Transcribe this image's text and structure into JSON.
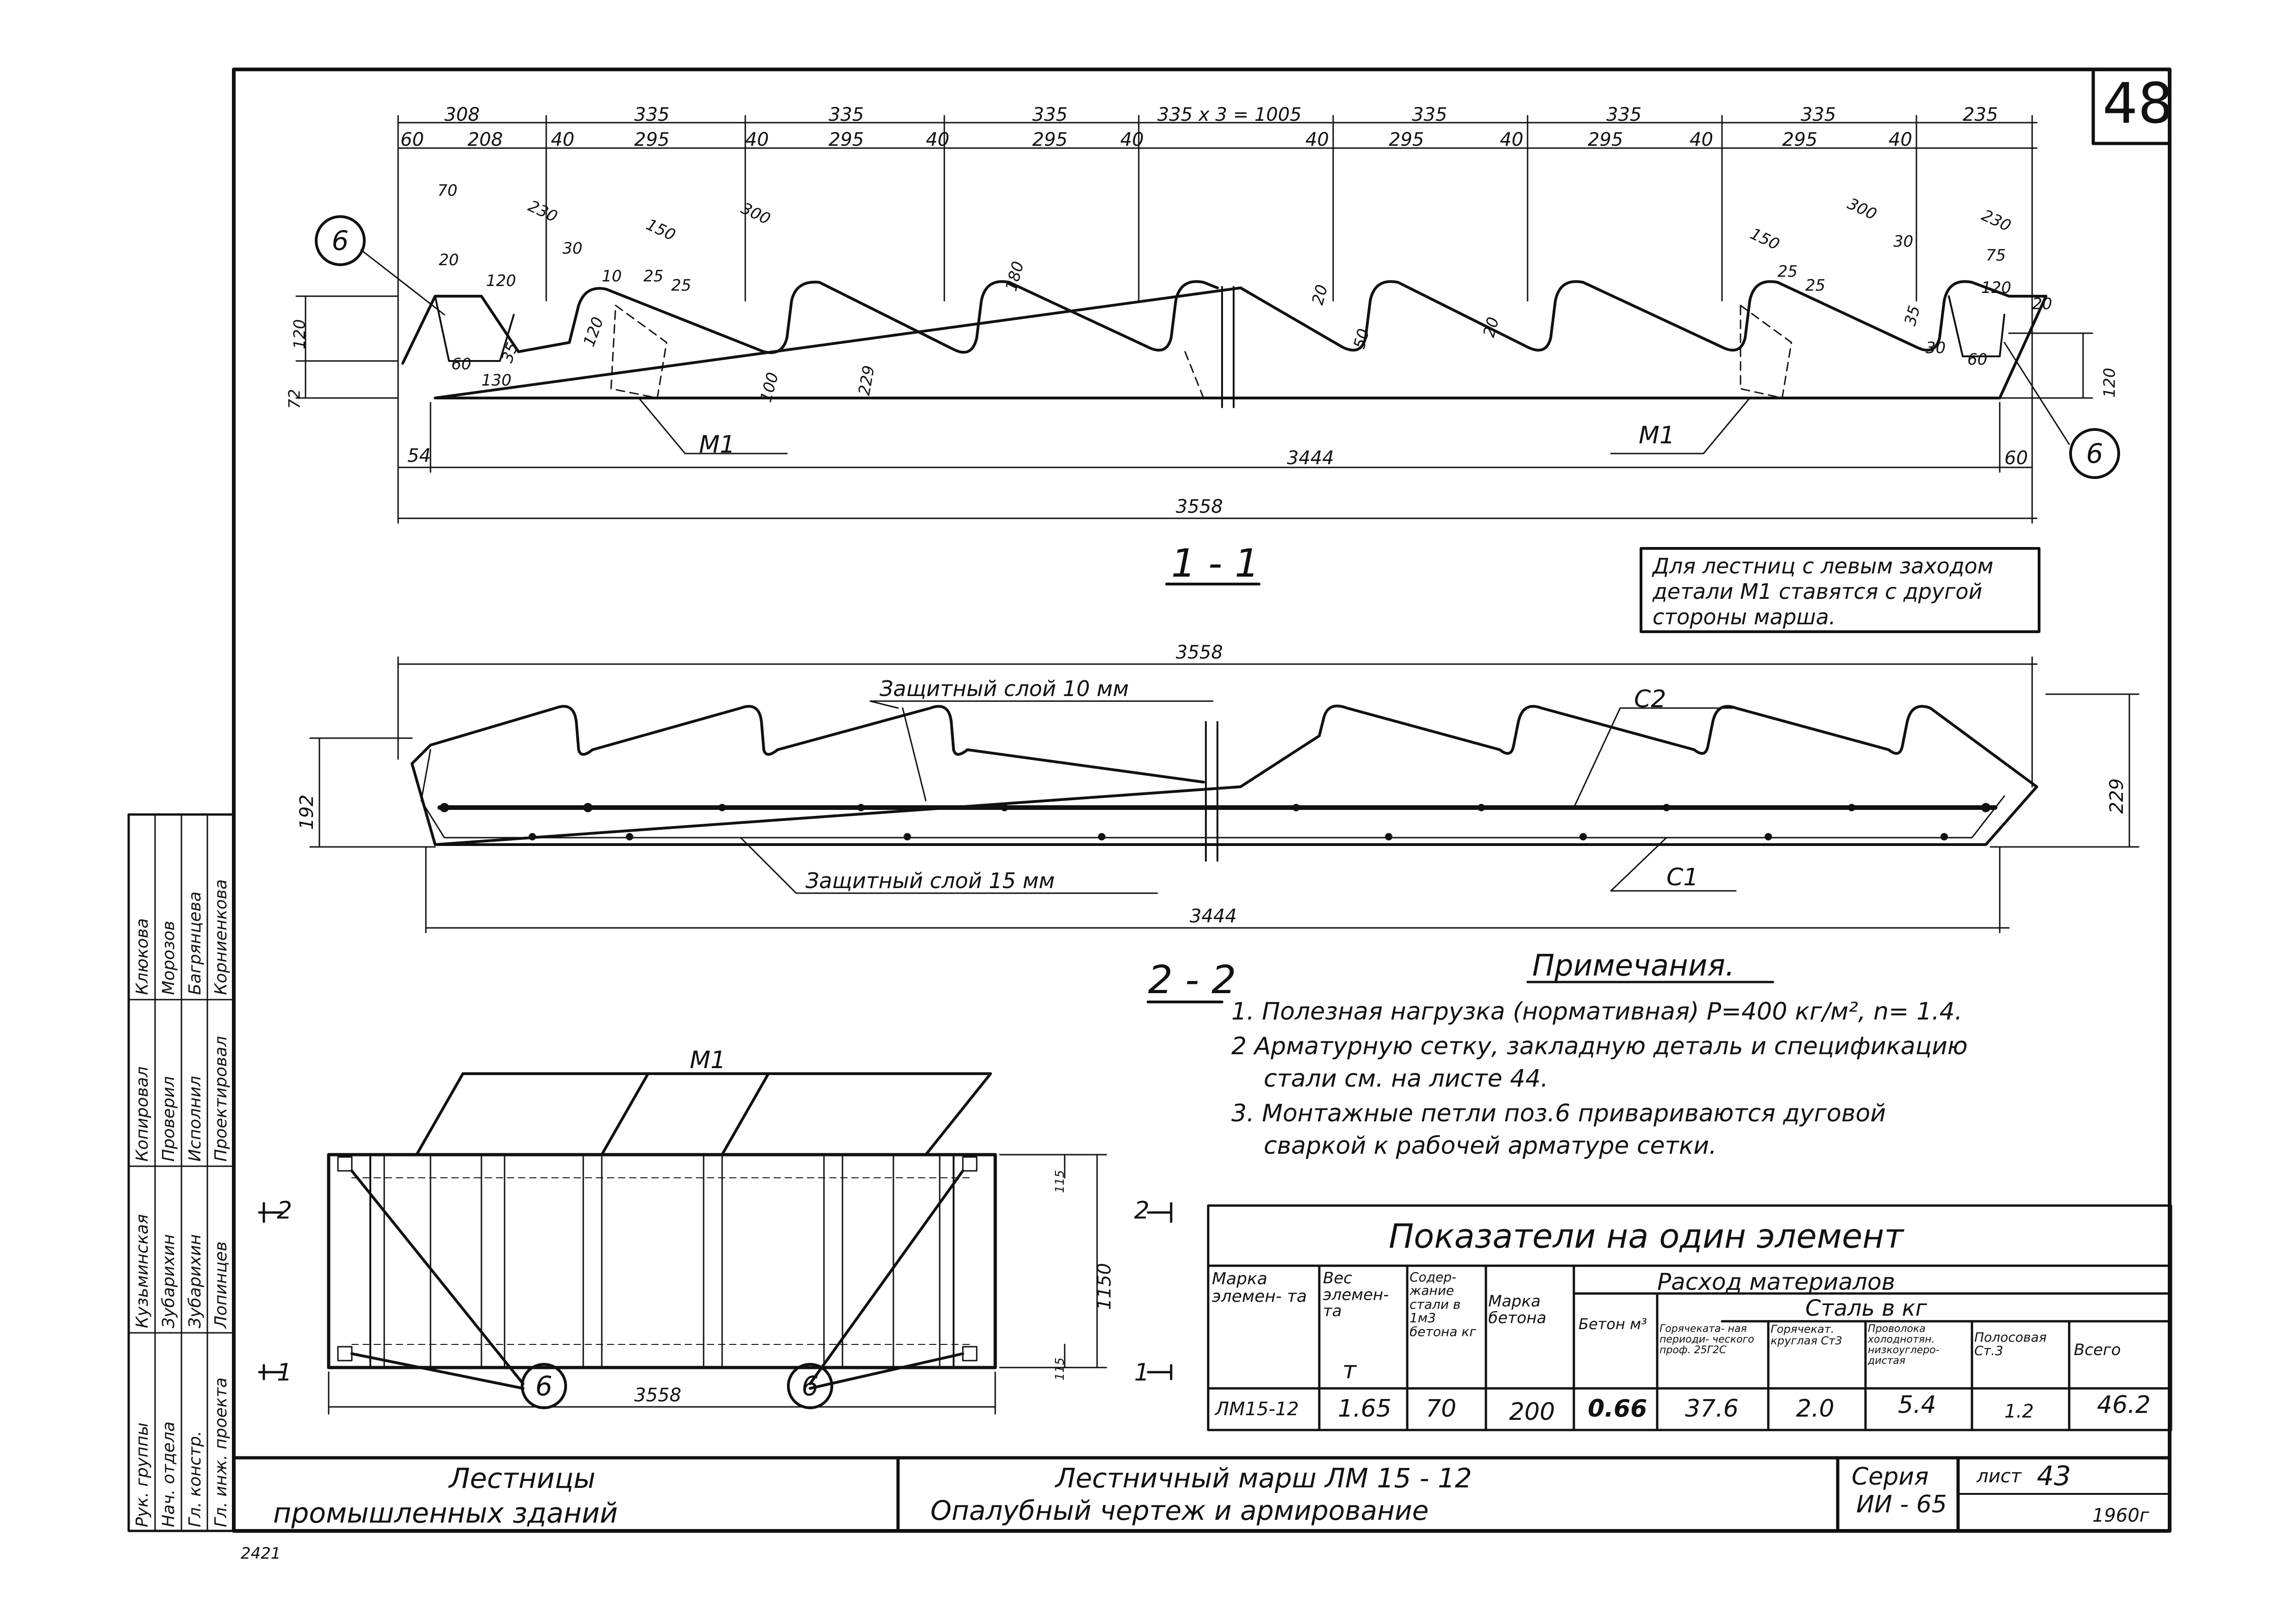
{
  "sheet_number": "48",
  "section_1": {
    "title": "1 - 1",
    "top_dims_row1": [
      "308",
      "335",
      "335",
      "335",
      "335 x 3 = 1005",
      "335",
      "335",
      "335",
      "235"
    ],
    "top_dims_row2": [
      "60",
      "208",
      "40",
      "295",
      "40",
      "295",
      "40",
      "295",
      "40",
      "40",
      "295",
      "40",
      "295",
      "40",
      "295",
      "40"
    ],
    "detail_dims": [
      "70",
      "230",
      "150",
      "300",
      "20",
      "120",
      "30",
      "10",
      "25",
      "25",
      "120",
      "60",
      "35",
      "130",
      "120",
      "72",
      "100",
      "229",
      "180",
      "20",
      "50",
      "20",
      "150",
      "300",
      "30",
      "25",
      "25",
      "230",
      "75",
      "120",
      "20",
      "35",
      "30",
      "60",
      "120"
    ],
    "mark_m1": "М1",
    "bottom_left": "54",
    "bottom_middle": "3444",
    "bottom_right": "60",
    "total_length": "3558",
    "callout": "6"
  },
  "left_entry_note": [
    "Для лестниц с левым заходом",
    "детали М1 ставятся с другой",
    "стороны марша."
  ],
  "section_2": {
    "title": "2 - 2",
    "top_length": "3558",
    "protect_top": "Защитный слой 10 мм",
    "protect_bottom": "Защитный слой 15 мм",
    "mesh_c2": "С2",
    "mesh_c1": "С1",
    "left_height": "192",
    "right_height": "229",
    "bottom_length": "3444"
  },
  "notes": {
    "title": "Примечания.",
    "items": [
      "1. Полезная нагрузка (нормативная)  Р=400 кг/м², n= 1.4.",
      "2  Арматурную сетку, закладную деталь и спецификацию",
      "стали  см. на листе  44.",
      "3.  Монтажные петли поз.6 привариваются дуговой",
      "сваркой к рабочей арматуре сетки."
    ]
  },
  "plan": {
    "mark_m1": "М1",
    "section_2": "2",
    "section_1": "1",
    "length": "3558",
    "width": "1150",
    "edge_top": "115",
    "edge_bottom": "115",
    "callout": "6"
  },
  "table": {
    "title": "Показатели на один элемент",
    "material_header": "Расход материалов",
    "steel_header": "Сталь в кг",
    "col_mark": "Марка элемен- та",
    "col_weight": "Вес элемен- та",
    "col_weight_unit": "т",
    "col_steel_content": "Содер- жание стали в 1м3 бетона кг",
    "col_concrete_grade": "Марка бетона",
    "col_concrete": "Бетон м³",
    "col_steel1": "Горячеката- ная периоди- ческого проф. 25Г2С",
    "col_steel2": "Горячекат. круглая Ст3",
    "col_wire": "Проволока холоднотян. низкоуглеро- дистая",
    "col_strip": "Полосовая Ст.3",
    "col_total": "Всего",
    "row": {
      "mark": "ЛМ15-12",
      "weight": "1.65",
      "steel_content": "70",
      "concrete_grade": "200",
      "concrete": "0.66",
      "steel1": "37.6",
      "steel2": "2.0",
      "wire": "5.4",
      "strip": "1.2",
      "total": "46.2"
    }
  },
  "title_block": {
    "left_line1": "Лестницы",
    "left_line2": "промышленных зданий",
    "center_line1": "Лестничный марш  ЛМ 15 - 12",
    "center_line2": "Опалубный чертеж и армирование",
    "series_label": "Серия",
    "series_value": "ИИ - 65",
    "sheet_label": "лист",
    "sheet_value": "43",
    "year": "1960г"
  },
  "signatures": {
    "rows": [
      [
        "Рук. группы",
        "Кузьминская",
        "Копировал",
        "Клюкова"
      ],
      [
        "Нач. отдела",
        "Зубарихин",
        "Проверил",
        "Морозов"
      ],
      [
        "Гл. констр.",
        "Зубарихин",
        "Исполнил",
        "Багрянцева"
      ],
      [
        "Гл. инж. проекта",
        "Лопинцев",
        "Проектировал",
        "Корниенкова"
      ]
    ]
  },
  "stamp": "2421"
}
